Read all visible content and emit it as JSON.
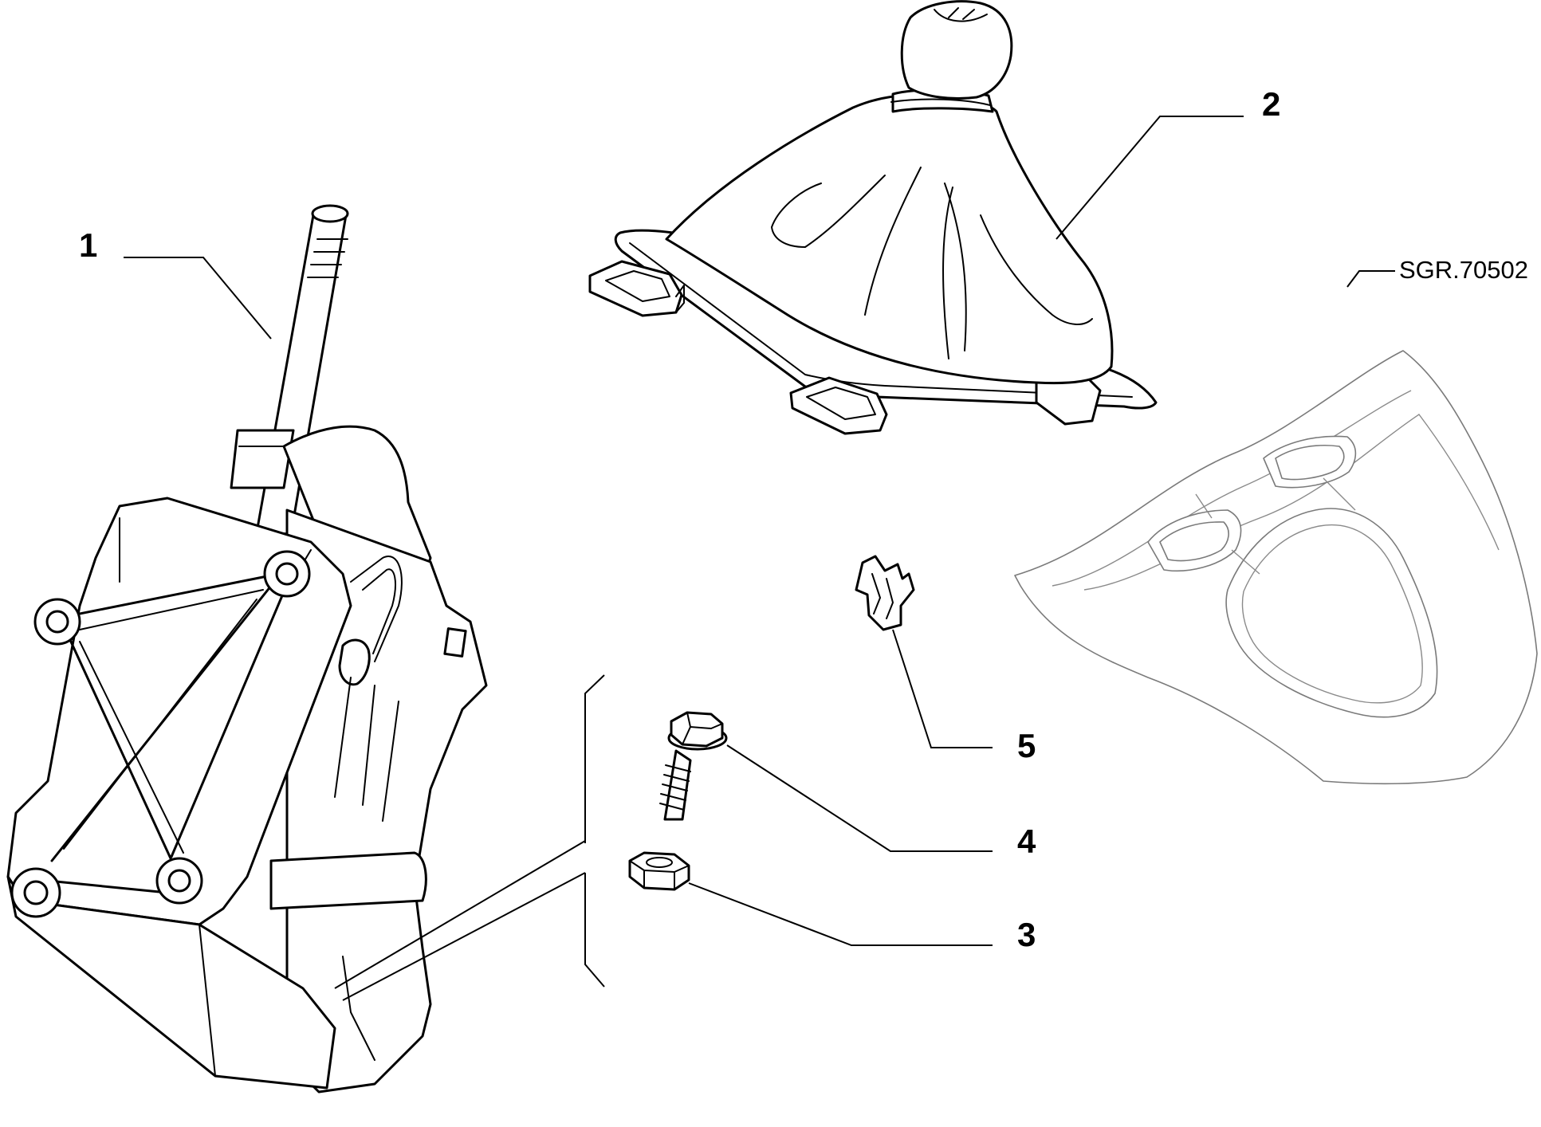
{
  "reference_code": "SGR.70502",
  "callouts": {
    "part_1": "1",
    "part_2": "2",
    "part_3": "3",
    "part_4": "4",
    "part_5": "5"
  },
  "colors": {
    "line": "#000000",
    "background": "#ffffff",
    "phantom_outline": "#7a7a7a"
  },
  "icons": {
    "part_1": "gear-lever-support-icon",
    "part_2": "gear-knob-gaiter-icon",
    "part_3": "hex-nut-icon",
    "part_4": "flange-bolt-icon",
    "part_5": "spring-clip-icon",
    "phantom": "console-trim-icon"
  }
}
